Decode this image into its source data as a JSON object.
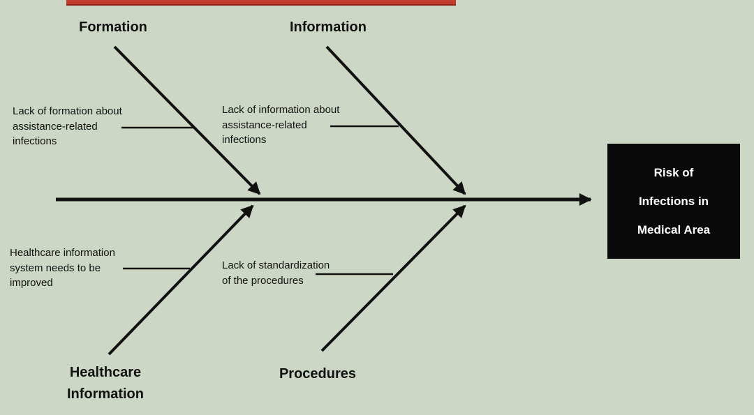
{
  "diagram": {
    "type": "fishbone",
    "effect": {
      "text": "Risk of\nInfections in\nMedical Area"
    },
    "categories": [
      {
        "id": "formation",
        "label": "Formation",
        "cause": "Lack of formation about\nassistance-related\ninfections"
      },
      {
        "id": "information",
        "label": "Information",
        "cause": "Lack of information about\nassistance-related\ninfections"
      },
      {
        "id": "healthcare-information",
        "label": "Healthcare\nInformation",
        "cause": "Healthcare information\nsystem needs to be\nimproved"
      },
      {
        "id": "procedures",
        "label": "Procedures",
        "cause": "Lack of standardization\nof the procedures"
      }
    ],
    "colors": {
      "background": "#cdd7c5",
      "line": "#111111",
      "effect_box_bg": "#0a0a0a",
      "effect_box_text": "#ffffff",
      "red_bar": "#c23b2e"
    }
  }
}
